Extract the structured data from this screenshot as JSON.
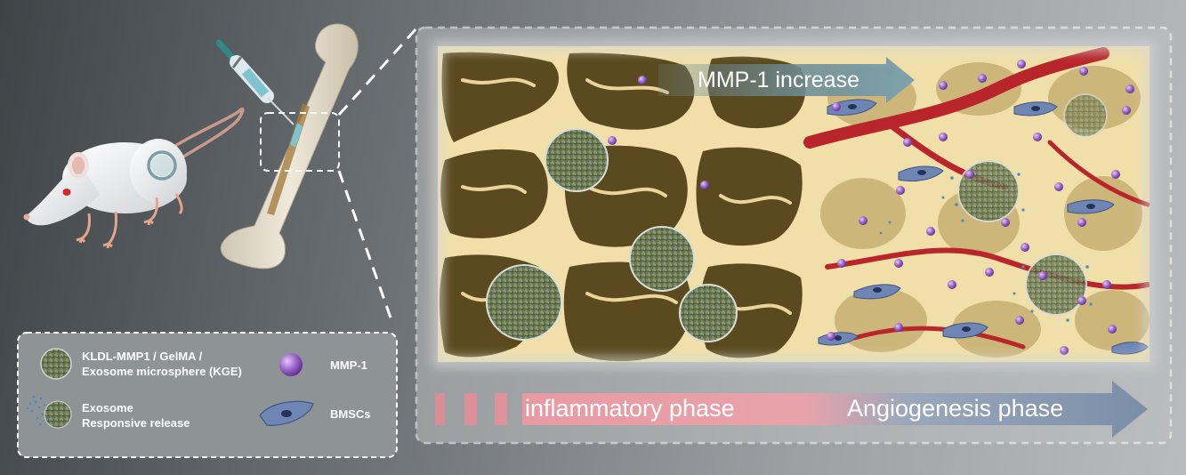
{
  "colors": {
    "background_dark": "#3f4447",
    "background_light": "#b9bcbe",
    "bone_scaffold": "#f0dfa8",
    "tissue_dark": "#5b4a1f",
    "blood_vessel": "#b8262b",
    "mmp1_particle": "#9a63c9",
    "bmsc_cell": "#6f86b5",
    "inflammatory_color": "#e0808c",
    "angiogenesis_color": "#7b8ea8",
    "mmp_arrow": "#7a9aa4"
  },
  "top_arrow": {
    "label": "MMP-1 increase"
  },
  "phase_arrow": {
    "inflammatory_label": "inflammatory phase",
    "angiogenesis_label": "Angiogenesis phase"
  },
  "legend": {
    "kge_label_line1": "KLDL-MMP1 / GelMA /",
    "kge_label_line2": "Exosome microsphere (KGE)",
    "mmp1_label": "MMP-1",
    "exosome_label_line1": "Exosome",
    "exosome_label_line2": "Responsive release",
    "bmsc_label": "BMSCs",
    "icons": [
      "kge-microsphere-icon",
      "mmp1-particle-icon",
      "exosome-release-icon",
      "bmsc-cell-icon"
    ]
  }
}
